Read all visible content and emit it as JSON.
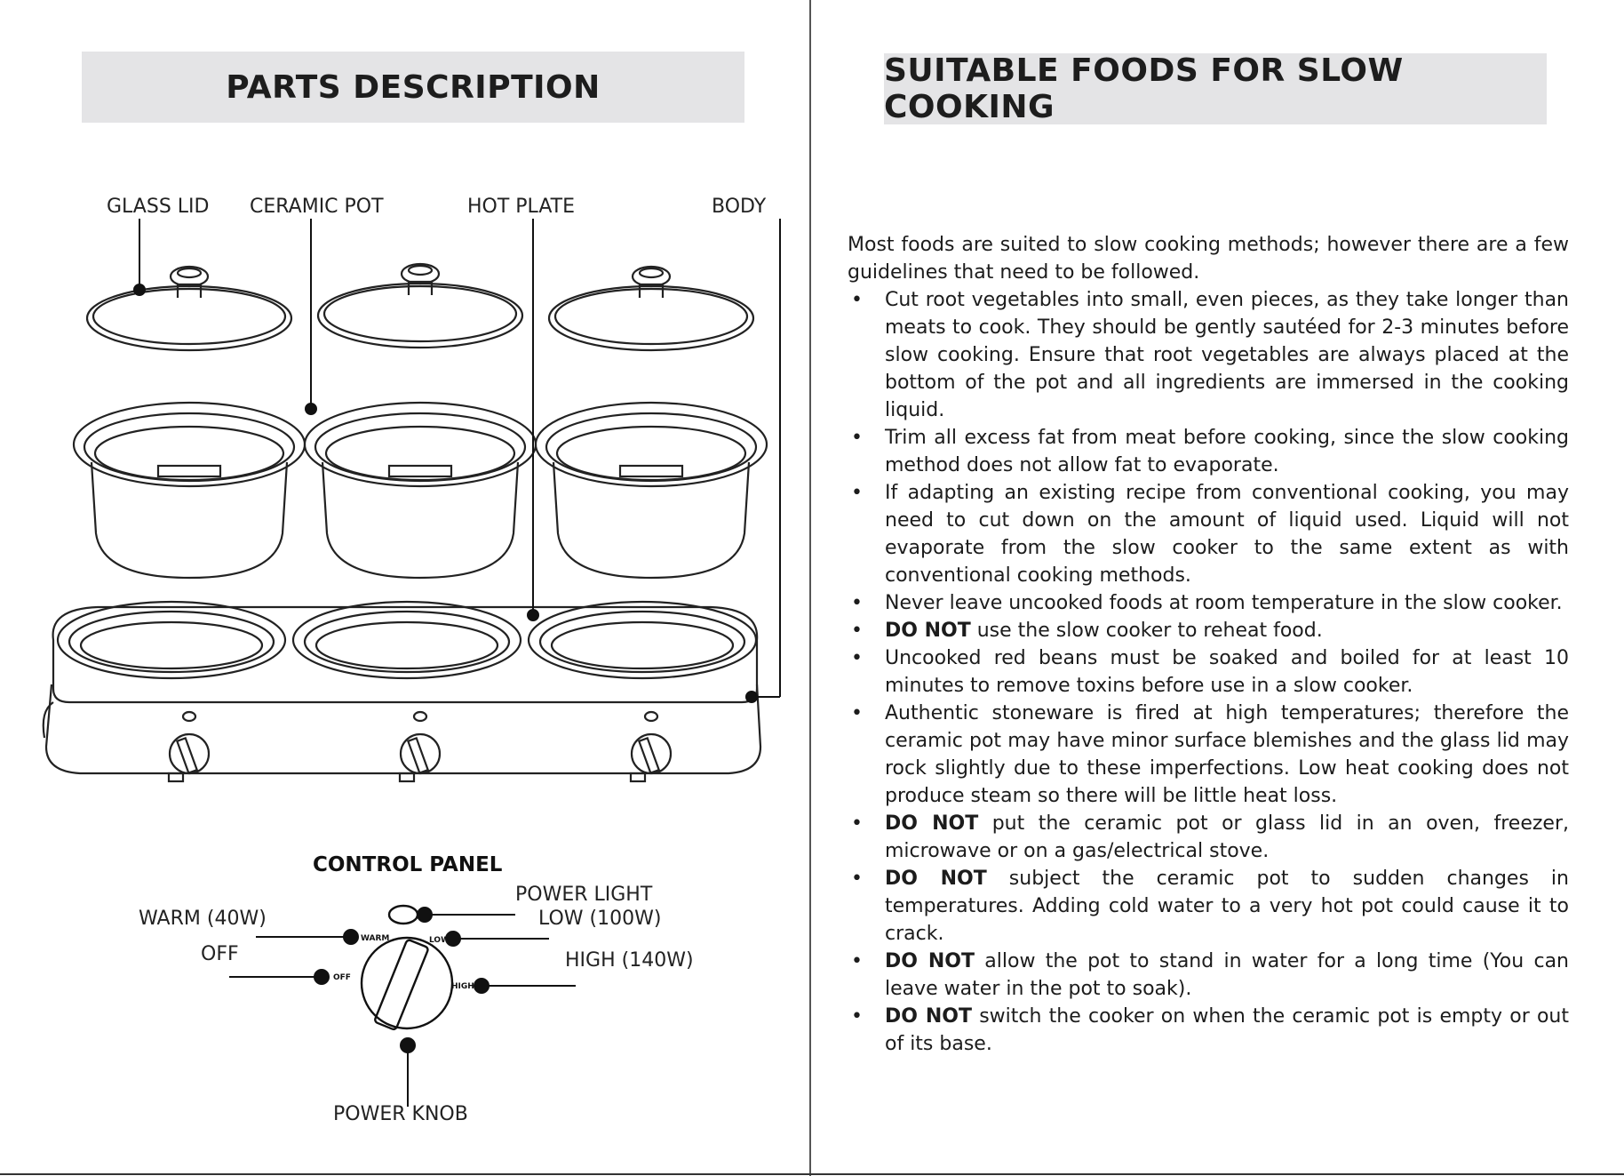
{
  "left": {
    "title": "PARTS DESCRIPTION",
    "labels": {
      "glass_lid": "GLASS LID",
      "ceramic_pot": "CERAMIC POT",
      "hot_plate": "HOT PLATE",
      "body": "BODY"
    },
    "control_panel": {
      "title": "CONTROL PANEL",
      "power_light": "POWER LIGHT",
      "warm": "WARM (40W)",
      "low": "LOW (100W)",
      "off": "OFF",
      "high": "HIGH (140W)",
      "power_knob": "POWER KNOB",
      "dial_warm": "WARM",
      "dial_low": "LOW",
      "dial_off": "OFF",
      "dial_high": "HIGH"
    }
  },
  "right": {
    "title": "SUITABLE FOODS FOR SLOW COOKING",
    "intro": "Most foods are suited to slow cooking methods; however there are a few guidelines that need to be followed.",
    "bullet_symbol": "•",
    "bullets": [
      {
        "bold": "",
        "text": "Cut root vegetables into small, even pieces, as they take longer than meats to cook. They should be gently sautéed for 2-3 minutes before slow cooking. Ensure that root vegetables are always placed at the bottom of the pot and all ingredients are immersed in the cooking liquid."
      },
      {
        "bold": "",
        "text": "Trim all excess fat from meat before cooking, since the slow cooking method does not allow fat to evaporate."
      },
      {
        "bold": "",
        "text": "If adapting an existing recipe from conventional cooking, you may need to cut down on the amount of liquid used. Liquid will not evaporate from the slow cooker to the same extent as with conventional cooking methods."
      },
      {
        "bold": "",
        "text": "Never leave uncooked foods at room temperature in the slow cooker."
      },
      {
        "bold": "DO NOT",
        "text": " use the slow cooker to reheat food."
      },
      {
        "bold": "",
        "text": "Uncooked red beans must be soaked and boiled for at least 10 minutes to remove toxins before use in a slow cooker."
      },
      {
        "bold": "",
        "text": "Authentic stoneware is fired at high temperatures; therefore the ceramic pot may have minor surface blemishes and the glass lid may rock slightly due to these imperfections. Low heat cooking does not produce steam so there will be little heat loss."
      },
      {
        "bold": "DO NOT",
        "text": " put the ceramic pot or glass lid in an oven, freezer, microwave or on a gas/electrical stove."
      },
      {
        "bold": "DO NOT",
        "text": " subject the ceramic pot to sudden changes in temperatures. Adding cold water to a very hot pot could cause it to crack."
      },
      {
        "bold": "DO NOT",
        "text": " allow the pot to stand in water for a long time (You can leave water in the pot to soak)."
      },
      {
        "bold": "DO NOT",
        "text": " switch the cooker on when the ceramic pot is empty or out of its base."
      }
    ]
  }
}
